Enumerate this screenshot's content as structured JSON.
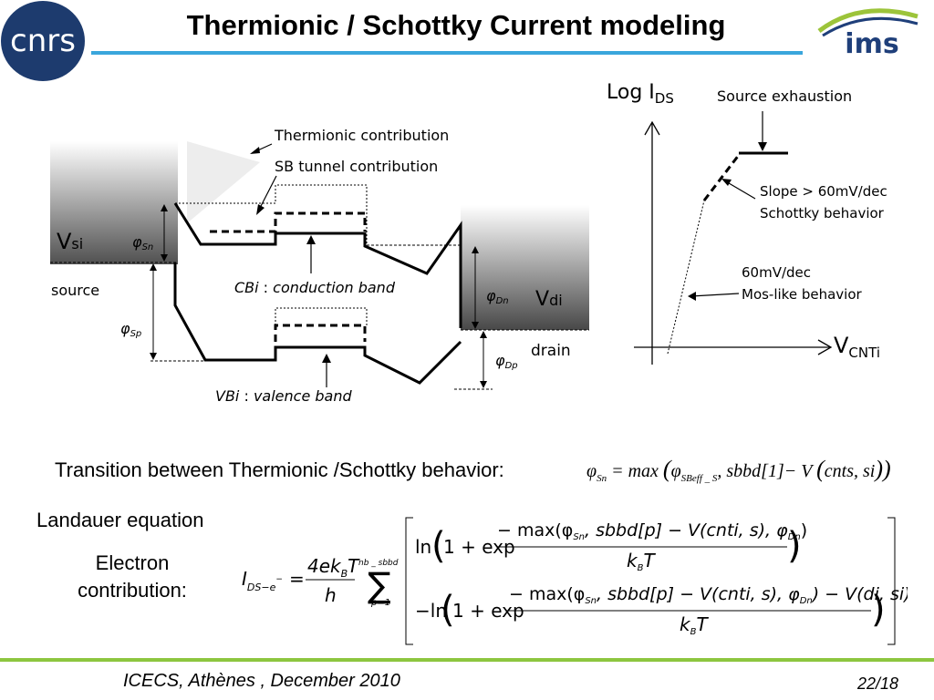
{
  "slide": {
    "title": "Thermionic / Schottky Current modeling",
    "footer_conference": "ICECS, Athènes , December 2010",
    "footer_page": "22/18"
  },
  "logos": {
    "left_text": "cnrs",
    "right_text": "ims"
  },
  "band_diagram": {
    "thermionic_label": "Thermionic contribution",
    "sb_tunnel_label": "SB tunnel contribution",
    "v_si": "V",
    "v_si_sub": "si",
    "v_di": "V",
    "v_di_sub": "di",
    "source_label": "source",
    "drain_label": "drain",
    "phi_sn": "φ",
    "phi_sn_sub": "Sn",
    "phi_sp": "φ",
    "phi_sp_sub": "Sp",
    "phi_dn": "φ",
    "phi_dn_sub": "Dn",
    "phi_dp": "φ",
    "phi_dp_sub": "Dp",
    "cbi_prefix": "CBi",
    "cbi_text": "conduction band",
    "vbi_prefix": "VBi",
    "vbi_text": "valence band"
  },
  "iv_plot": {
    "y_axis_label": "Log I",
    "y_axis_sub": "DS",
    "x_axis_label": "V",
    "x_axis_sub": "CNTi",
    "source_exhaustion": "Source exhaustion",
    "slope_line1": "Slope > 60mV/dec",
    "slope_line2": "Schottky behavior",
    "mos_line1": "60mV/dec",
    "mos_line2": "Mos-like behavior"
  },
  "text": {
    "transition": "Transition between Thermionic /Schottky behavior:",
    "landauer": "Landauer equation",
    "electron": "Electron contribution:"
  },
  "equations": {
    "transition_eq": {
      "lhs": "φ",
      "lhs_sub": "Sn",
      "eq": "= max",
      "arg1": "φ",
      "arg1_sub": "SBeff _ S",
      "arg2": "sbbd",
      "index": "1",
      "minus_v": "− V",
      "v_args": "cnts, si"
    },
    "landauer_eq": {
      "i_lhs": "I",
      "i_sub": "DS−e",
      "i_sup": "−",
      "numerator": "4ek",
      "num_sub": "B",
      "num_T": "T",
      "denominator": "h",
      "sum_top": "nb _ sbbd",
      "sum_bottom": "p=1",
      "sum_symbol": "∑",
      "ln": "ln",
      "minus_ln": "−ln",
      "one_plus_exp": "1 + exp",
      "frac1_num": "− max(φ",
      "frac1_num_sub": "Sn",
      "frac1_num_rest": ", sbbd[p] − V(cnti, s), φ",
      "frac1_num_sub2": "Dn",
      "frac1_num_end": ")",
      "frac2_num_end": ") − V(di, si)",
      "frac_den": "k",
      "frac_den_sub": "B",
      "frac_den_T": "T"
    }
  },
  "colors": {
    "title_rule": "#3aa6dc",
    "footer_rule": "#8dc63f",
    "cnrs_bg": "#1d3b6e",
    "ims_blue": "#1f3f7a",
    "ims_green": "#9cc43a"
  }
}
